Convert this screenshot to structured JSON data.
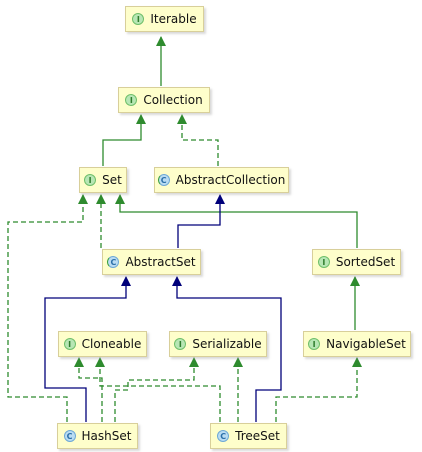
{
  "colors": {
    "implements": "#2e8b2e",
    "extends_class": "#00007a",
    "node_fill": "#fefecb"
  },
  "nodes": [
    {
      "id": "iterable",
      "label": "Iterable",
      "kind": "interface",
      "badge": "I"
    },
    {
      "id": "collection",
      "label": "Collection",
      "kind": "interface",
      "badge": "I"
    },
    {
      "id": "set",
      "label": "Set",
      "kind": "interface",
      "badge": "I"
    },
    {
      "id": "abstractcollection",
      "label": "AbstractCollection",
      "kind": "abstract-class",
      "badge": "C"
    },
    {
      "id": "abstractset",
      "label": "AbstractSet",
      "kind": "abstract-class",
      "badge": "C"
    },
    {
      "id": "sortedset",
      "label": "SortedSet",
      "kind": "interface",
      "badge": "I"
    },
    {
      "id": "cloneable",
      "label": "Cloneable",
      "kind": "interface",
      "badge": "I"
    },
    {
      "id": "serializable",
      "label": "Serializable",
      "kind": "interface",
      "badge": "I"
    },
    {
      "id": "navigableset",
      "label": "NavigableSet",
      "kind": "interface",
      "badge": "I"
    },
    {
      "id": "hashset",
      "label": "HashSet",
      "kind": "class",
      "badge": "C"
    },
    {
      "id": "treeset",
      "label": "TreeSet",
      "kind": "class",
      "badge": "C"
    }
  ]
}
